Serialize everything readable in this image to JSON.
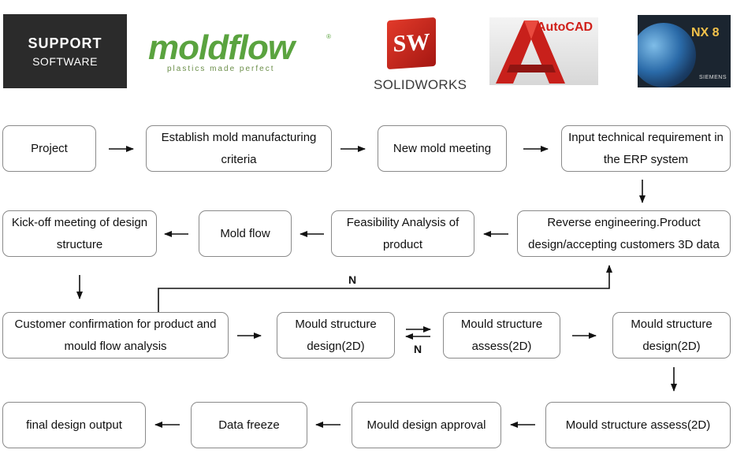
{
  "logos": {
    "support": {
      "line1": "SUPPORT",
      "line2": "SOFTWARE"
    },
    "moldflow": {
      "word": "moldflow",
      "tagline": "plastics made perfect",
      "reg": "®"
    },
    "solidworks": {
      "mark": "SW",
      "name": "SOLIDWORKS"
    },
    "autocad": {
      "name": "AutoCAD"
    },
    "nx": {
      "version": "NX 8",
      "vendor": "SIEMENS"
    }
  },
  "steps": {
    "project": "Project",
    "establish": "Establish mold manufacturing criteria",
    "new_meeting": "New mold meeting",
    "input_req": "Input technical requirement in the ERP system",
    "reverse_eng": "Reverse engineering.Product design/accepting customers 3D data",
    "feasibility": "Feasibility Analysis of product",
    "mold_flow": "Mold flow",
    "kickoff": "Kick-off meeting of design structure",
    "customer_confirm": "Customer confirmation for product and mould flow analysis",
    "mould_design_1": "Mould structure design(2D)",
    "mould_assess_1": "Mould structure assess(2D)",
    "mould_design_2": "Mould structure design(2D)",
    "mould_assess_2": "Mould structure assess(2D)",
    "design_approval": "Mould design approval",
    "data_freeze": "Data freeze",
    "final_output": "final design output"
  },
  "labels": {
    "loop_n": "N",
    "assess_n": "N"
  }
}
